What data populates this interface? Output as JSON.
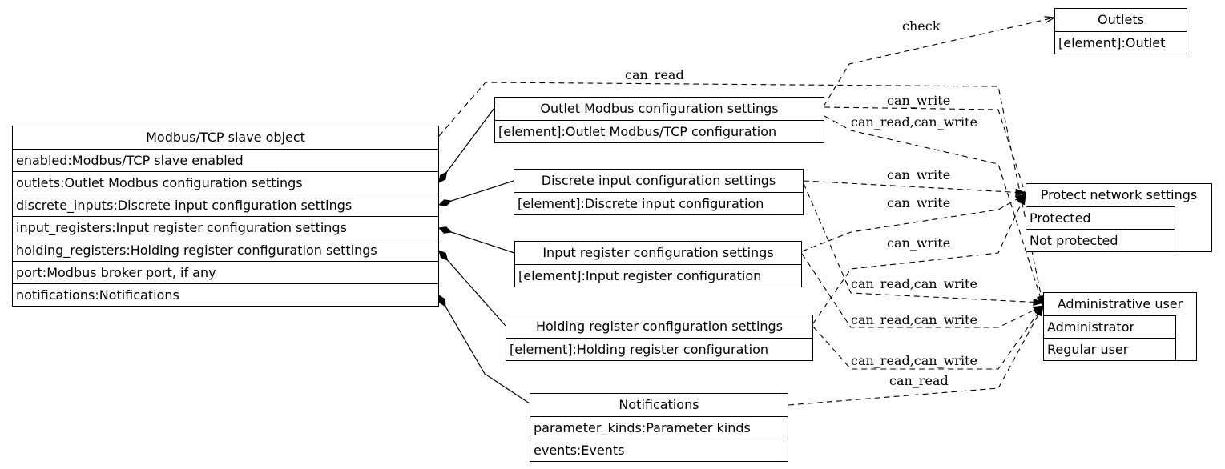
{
  "nodes": {
    "slave": {
      "title": "Modbus/TCP slave object",
      "fields": [
        "enabled:Modbus/TCP slave enabled",
        "outlets:Outlet Modbus configuration settings",
        "discrete_inputs:Discrete input configuration settings",
        "input_registers:Input register configuration settings",
        "holding_registers:Holding register configuration settings",
        "port:Modbus broker port, if any",
        "notifications:Notifications"
      ]
    },
    "outlet_cfg": {
      "title": "Outlet Modbus configuration settings",
      "fields": [
        "[element]:Outlet Modbus/TCP configuration"
      ]
    },
    "discrete_cfg": {
      "title": "Discrete input configuration settings",
      "fields": [
        "[element]:Discrete input configuration"
      ]
    },
    "input_reg_cfg": {
      "title": "Input register configuration settings",
      "fields": [
        "[element]:Input register configuration"
      ]
    },
    "holding_reg_cfg": {
      "title": "Holding register configuration settings",
      "fields": [
        "[element]:Holding register configuration"
      ]
    },
    "notifications": {
      "title": "Notifications",
      "fields": [
        "parameter_kinds:Parameter kinds",
        "events:Events"
      ]
    },
    "outlets": {
      "title": "Outlets",
      "fields": [
        "[element]:Outlet"
      ]
    },
    "protect": {
      "title": "Protect network settings",
      "fields": [
        "Protected",
        "Not protected"
      ]
    },
    "admin": {
      "title": "Administrative user",
      "fields": [
        "Administrator",
        "Regular user"
      ]
    }
  },
  "edge_labels": {
    "check": "check",
    "slave_read": "can_read",
    "outlet_write": "can_write",
    "outlet_rw": "can_read,can_write",
    "discrete_write": "can_write",
    "input_write": "can_write",
    "holding_write": "can_write",
    "discrete_rw": "can_read,can_write",
    "input_rw": "can_read,can_write",
    "holding_rw": "can_read,can_write",
    "notif_read": "can_read"
  }
}
